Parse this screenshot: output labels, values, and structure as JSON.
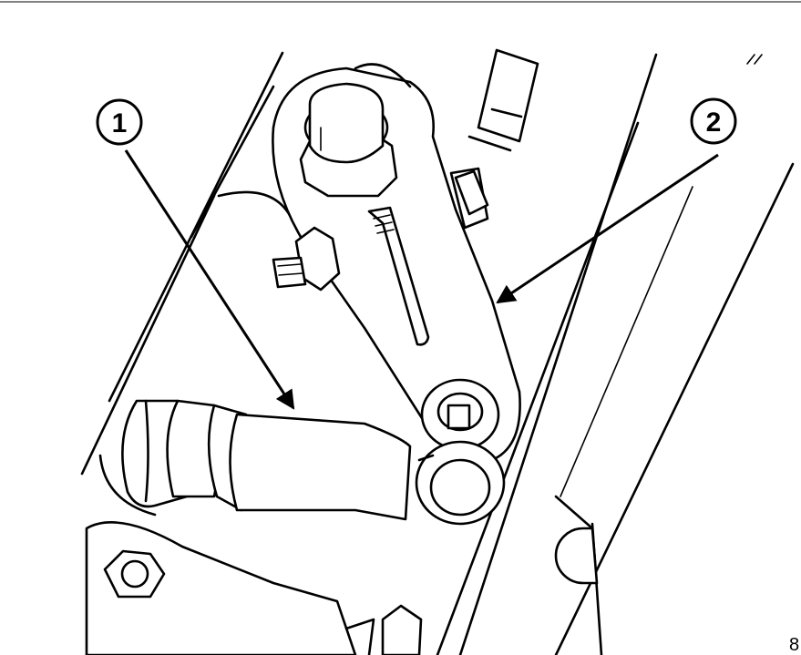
{
  "callouts": [
    {
      "label": "1"
    },
    {
      "label": "2"
    }
  ],
  "figure_ref": "8"
}
